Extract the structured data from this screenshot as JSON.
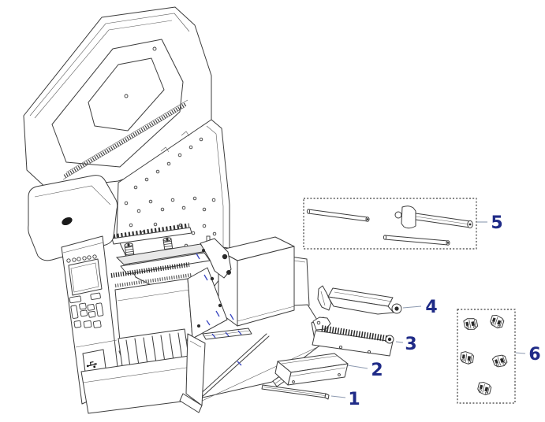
{
  "figure": {
    "description": "Exploded parts diagram of an industrial label printer with open media cover and six numbered replacement parts",
    "background": "#ffffff",
    "line_color": "#3c3c3c",
    "callout_color": "#1f2b87",
    "leader_color": "#8d9ab0",
    "accent_tick_color": "#3946c0",
    "callouts": [
      {
        "label": "1"
      },
      {
        "label": "2"
      },
      {
        "label": "3"
      },
      {
        "label": "4"
      },
      {
        "label": "5"
      },
      {
        "label": "6"
      }
    ],
    "icons": {
      "usb": "usb-icon",
      "logo": "brand-logo"
    }
  }
}
